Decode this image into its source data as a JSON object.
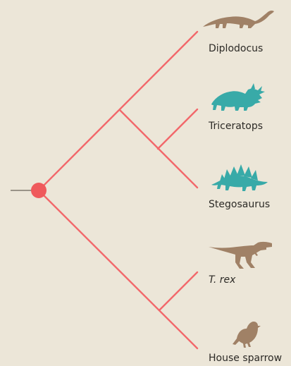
{
  "colors": {
    "background": "#ece6d8",
    "branch": "#f2686b",
    "root_node": "#ef5a5c",
    "root_stem": "#9a9488",
    "sauropod_theropod": "#a08166",
    "ornithischian": "#38aaa8",
    "label_text": "#2c2a26"
  },
  "tree": {
    "taxa": [
      {
        "label": "Diplodocus",
        "icon": "diplodocus-silhouette-icon",
        "color": "#a08166"
      },
      {
        "label": "Triceratops",
        "icon": "triceratops-silhouette-icon",
        "color": "#38aaa8"
      },
      {
        "label": "Stegosaurus",
        "icon": "stegosaurus-silhouette-icon",
        "color": "#38aaa8"
      },
      {
        "label": "T. rex",
        "icon": "t-rex-silhouette-icon",
        "color": "#a08166",
        "italic": true
      },
      {
        "label": "House sparrow",
        "icon": "house-sparrow-silhouette-icon",
        "color": "#a08166"
      }
    ]
  }
}
